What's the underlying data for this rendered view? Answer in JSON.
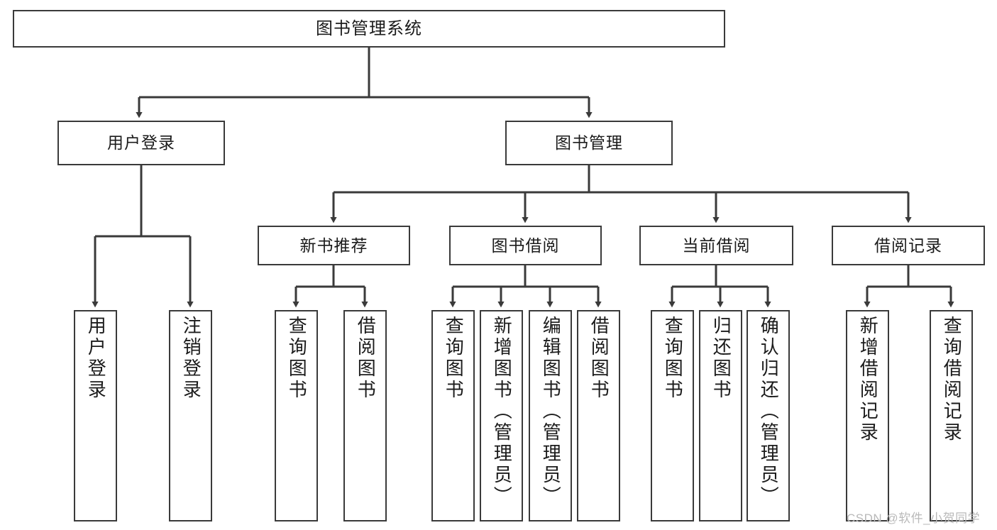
{
  "diagram": {
    "title": "图书管理系统",
    "type": "tree",
    "colors": {
      "stroke": "#3a3a3a",
      "fill": "#ffffff",
      "text": "#1b1b1b",
      "watermark": "#b9b9b9"
    },
    "root": {
      "label": "图书管理系统"
    },
    "level2": [
      {
        "label": "用户登录"
      },
      {
        "label": "图书管理"
      }
    ],
    "level3": [
      {
        "label": "新书推荐"
      },
      {
        "label": "图书借阅"
      },
      {
        "label": "当前借阅"
      },
      {
        "label": "借阅记录"
      }
    ],
    "leaves": {
      "user_login": [
        {
          "label": "用户登录"
        },
        {
          "label": "注销登录"
        }
      ],
      "new_book_recommend": [
        {
          "label": "查询图书"
        },
        {
          "label": "借阅图书"
        }
      ],
      "book_borrow": [
        {
          "label": "查询图书"
        },
        {
          "label": "新增图书（管理员）"
        },
        {
          "label": "编辑图书（管理员）"
        },
        {
          "label": "借阅图书"
        }
      ],
      "current_borrow": [
        {
          "label": "查询图书"
        },
        {
          "label": "归还图书"
        },
        {
          "label": "确认归还（管理员）"
        }
      ],
      "borrow_record": [
        {
          "label": "新增借阅记录"
        },
        {
          "label": "查询借阅记录"
        }
      ]
    }
  },
  "watermark": {
    "text": "CSDN @软件_小贺同学"
  }
}
